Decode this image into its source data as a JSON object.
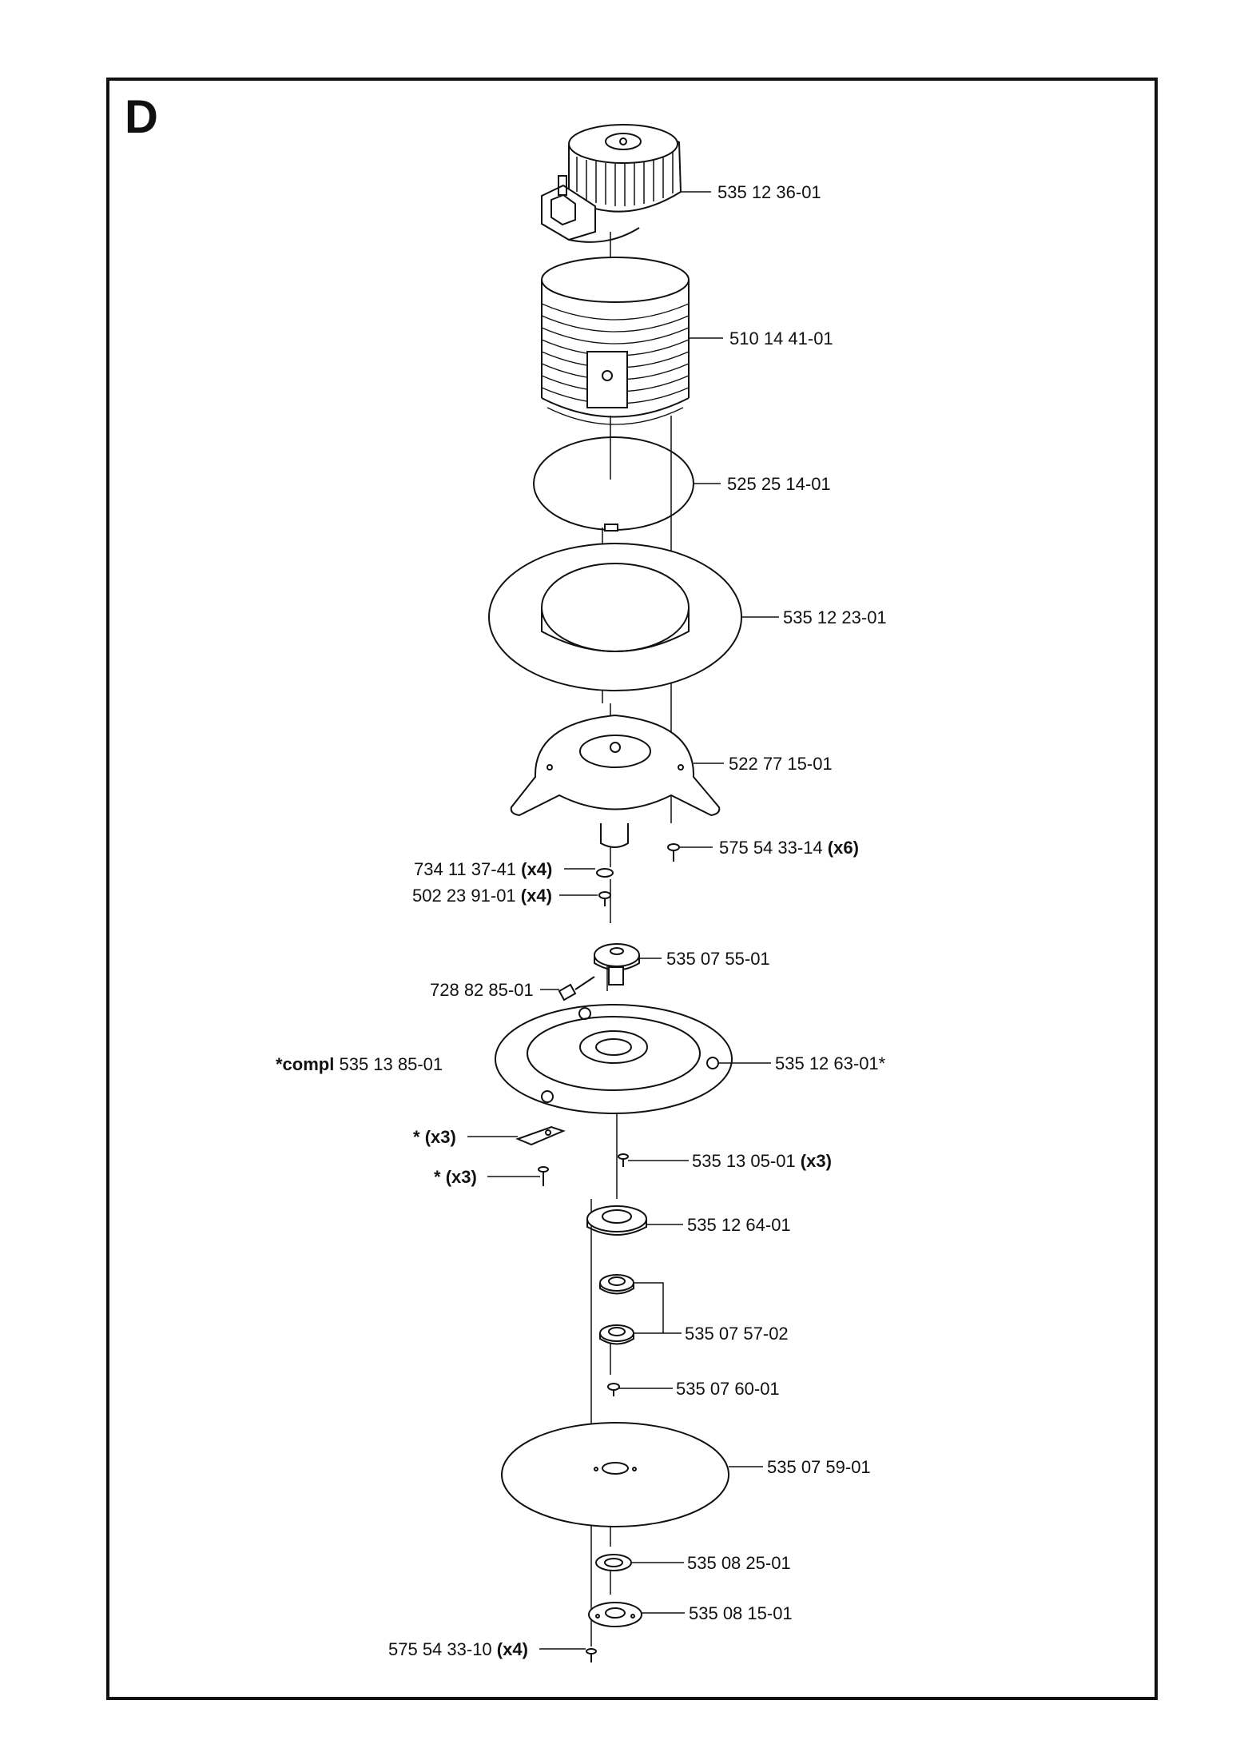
{
  "section": "D",
  "labels": {
    "p_motor": "535 12 36-01",
    "p_housing": "510 14 41-01",
    "p_ring": "525 25 14-01",
    "p_collar": "535 12 23-01",
    "p_chassis": "522 77 15-01",
    "p_screw6": "575 54 33-14",
    "p_screw6_qty": "(x6)",
    "p_washer4": "734 11 37-41",
    "p_washer4_qty": "(x4)",
    "p_screw4": "502 23 91-01",
    "p_screw4_qty": "(x4)",
    "p_hub": "535 07 55-01",
    "p_setscrew": "728 82 85-01",
    "p_compl_prefix": "*compl",
    "p_compl": "535 13 85-01",
    "p_disc": "535 12 63-01*",
    "p_blade_marker": "*",
    "p_blade_qty": "(x3)",
    "p_bladescrew_marker": "*",
    "p_bladescrew_qty": "(x3)",
    "p_discscrew": "535 13 05-01",
    "p_discscrew_qty": "(x3)",
    "p_seal": "535 12 64-01",
    "p_bearings": "535 07 57-02",
    "p_pin": "535 07 60-01",
    "p_plate": "535 07 59-01",
    "p_spacer": "535 08 25-01",
    "p_flange": "535 08 15-01",
    "p_bottomscrew": "575 54 33-10",
    "p_bottomscrew_qty": "(x4)"
  }
}
